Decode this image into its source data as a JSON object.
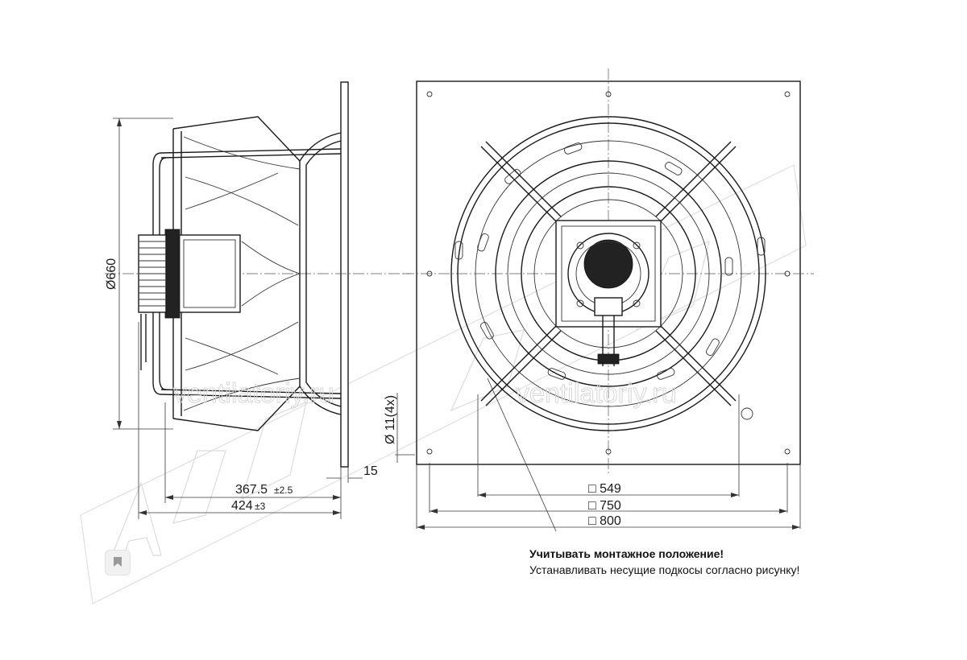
{
  "dimensions": {
    "diameter": "Ø660",
    "depth_short": "367.5",
    "depth_short_tol": "±2.5",
    "depth_total": "424",
    "depth_total_tol": "±3",
    "flange_thickness": "15",
    "hole": "Ø 11(4x)",
    "hole_spacing": "□ 549",
    "inner_square": "□ 750",
    "outer_square": "□ 800"
  },
  "notes": {
    "title": "Учитывать монтажное положение!",
    "text": "Устанавливать несущие подкосы согласно рисунку!"
  },
  "watermark": {
    "site_left": "ventilatoriy.ru",
    "site_right": "ventilatoriy.ru"
  },
  "icons": {
    "bookmark": "bookmark-icon"
  }
}
